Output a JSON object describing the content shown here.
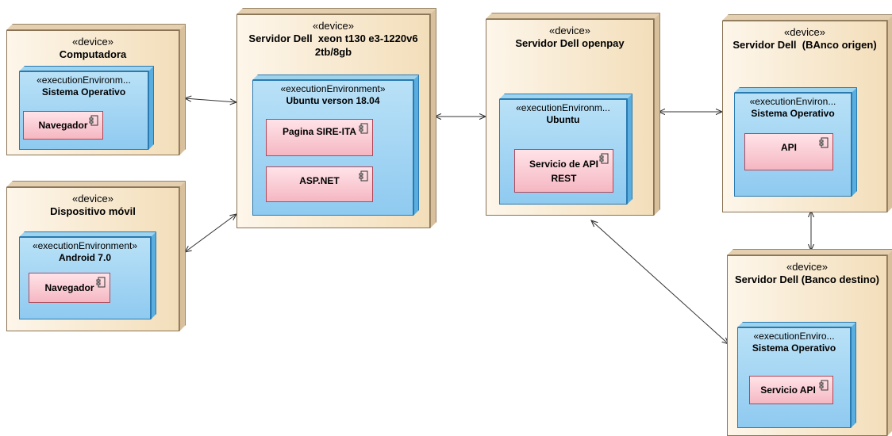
{
  "nodes": {
    "computadora": {
      "stereotype": "«device»",
      "title": "Computadora",
      "env": {
        "stereotype": "«executionEnvironm...",
        "title": "Sistema Operativo"
      },
      "components": [
        {
          "label": "Navegador",
          "icon": "component-icon"
        }
      ]
    },
    "dispositivo": {
      "stereotype": "«device»",
      "title": "Dispositivo móvil",
      "env": {
        "stereotype": "«executionEnvironment»",
        "title": "Android 7.0"
      },
      "components": [
        {
          "label": "Navegador",
          "icon": "component-icon"
        }
      ]
    },
    "servidor_xeon": {
      "stereotype": "«device»",
      "title_line1": "Servidor Dell  xeon t130 e3-1220v6",
      "title_line2": "2tb/8gb",
      "env": {
        "stereotype": "«executionEnvironment»",
        "title": "Ubuntu verson 18.04"
      },
      "components": [
        {
          "label": "Pagina SIRE-ITA",
          "icon": "component-icon"
        },
        {
          "label": "ASP.NET",
          "icon": "component-icon"
        }
      ]
    },
    "servidor_openpay": {
      "stereotype": "«device»",
      "title": "Servidor Dell openpay",
      "env": {
        "stereotype": "«executionEnvironm...",
        "title": "Ubuntu"
      },
      "components": [
        {
          "label_line1": "Servicio de API",
          "label_line2": "REST",
          "icon": "component-icon"
        }
      ]
    },
    "banco_origen": {
      "stereotype": "«device»",
      "title": "Servidor Dell  (BAnco origen)",
      "env": {
        "stereotype": "«executionEnviron...",
        "title": "Sistema Operativo"
      },
      "components": [
        {
          "label": "API",
          "icon": "component-icon"
        }
      ]
    },
    "banco_destino": {
      "stereotype": "«device»",
      "title": "Servidor Dell (Banco destino)",
      "env": {
        "stereotype": "«executionEnviro...",
        "title": "Sistema Operativo"
      },
      "components": [
        {
          "label": "Servicio API",
          "icon": "component-icon"
        }
      ]
    }
  },
  "connections": [
    {
      "from": "computadora",
      "to": "servidor_xeon",
      "type": "bidirectional"
    },
    {
      "from": "dispositivo",
      "to": "servidor_xeon",
      "type": "bidirectional"
    },
    {
      "from": "servidor_xeon",
      "to": "servidor_openpay",
      "type": "bidirectional"
    },
    {
      "from": "servidor_openpay",
      "to": "banco_origen",
      "type": "bidirectional"
    },
    {
      "from": "servidor_openpay",
      "to": "banco_destino",
      "type": "bidirectional"
    },
    {
      "from": "banco_origen",
      "to": "banco_destino",
      "type": "bidirectional"
    }
  ],
  "colors": {
    "device_face": "#f3deba",
    "env_face": "#8fcaf0",
    "component_face": "#f5b7c2",
    "line": "#333333"
  }
}
